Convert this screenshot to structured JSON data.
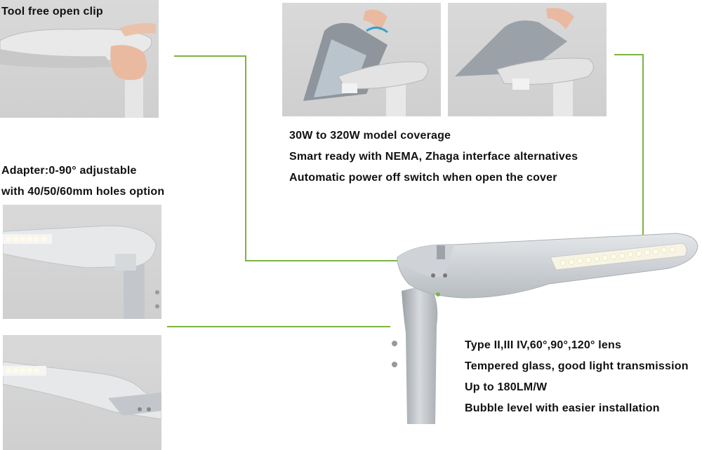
{
  "labels": {
    "tool_free": "Tool free open clip",
    "adapter_line1": "Adapter:0-90° adjustable",
    "adapter_line2": "with 40/50/60mm holes option"
  },
  "features_top": [
    "30W to 320W model coverage",
    "Smart ready with NEMA, Zhaga interface alternatives",
    "Automatic power off switch when open the cover"
  ],
  "features_bottom": [
    "Type II,III IV,60°,90°,120° lens",
    "Tempered glass, good light transmission",
    "Up to 180LM/W",
    "Bubble level with easier installation"
  ],
  "colors": {
    "connector_line": "#7cb342",
    "photo_background": "#d3d3d3",
    "housing": "#c9cdd1"
  }
}
